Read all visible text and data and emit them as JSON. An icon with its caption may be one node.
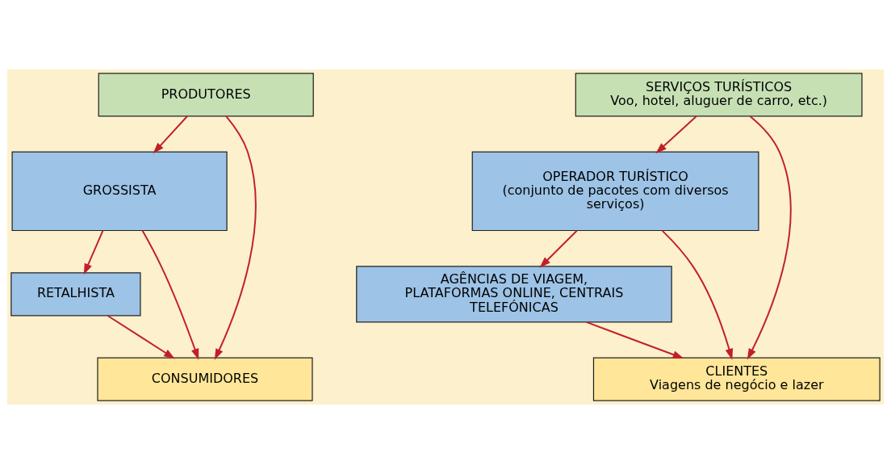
{
  "diagram": {
    "nodes": [
      {
        "text": [
          "PRODUTORES"
        ]
      },
      {
        "text": [
          "GROSSISTA"
        ]
      },
      {
        "text": [
          "RETALHISTA"
        ]
      },
      {
        "text": [
          "CONSUMIDORES"
        ]
      },
      {
        "text": [
          "SERVIÇOS TURÍSTICOS",
          "Voo, hotel, aluguer de carro, etc.)"
        ]
      },
      {
        "text": [
          "OPERADOR TURÍSTICO",
          "(conjunto de pacotes com diversos serviços)"
        ]
      },
      {
        "text": [
          "AGÊNCIAS DE VIAGEM, PLATAFORMAS ONLINE, CENTRAIS TELEFÓNICAS"
        ]
      },
      {
        "text": [
          "CLIENTES",
          "Viagens de negócio e lazer"
        ]
      }
    ],
    "edges": [
      {
        "from": 0,
        "to": 1,
        "arrow": "to"
      },
      {
        "from": 0,
        "to": 3,
        "arrow": "to"
      },
      {
        "from": 1,
        "to": 2,
        "arrow": "to"
      },
      {
        "from": 1,
        "to": 3,
        "arrow": "to"
      },
      {
        "from": 2,
        "to": 3,
        "arrow": "to"
      },
      {
        "from": 4,
        "to": 5,
        "arrow": "to"
      },
      {
        "from": 4,
        "to": 7,
        "arrow": "to"
      },
      {
        "from": 5,
        "to": 6,
        "arrow": "to"
      },
      {
        "from": 5,
        "to": 7,
        "arrow": "to"
      },
      {
        "from": 6,
        "to": 7,
        "arrow": "to"
      }
    ]
  }
}
